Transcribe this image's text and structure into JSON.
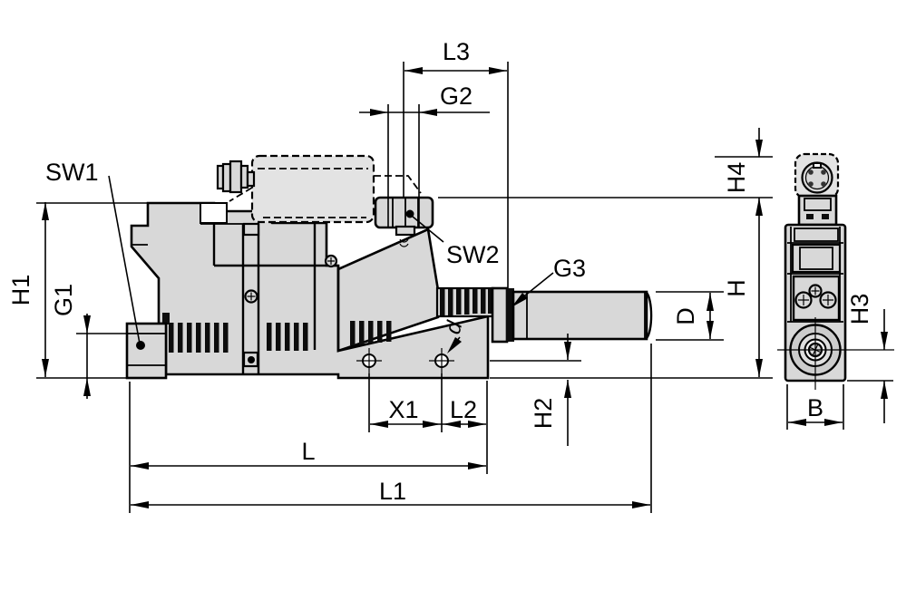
{
  "drawing": {
    "kind": "technical-dimension-drawing",
    "labels": {
      "sw1": "SW1",
      "sw2": "SW2",
      "g1": "G1",
      "g2": "G2",
      "g3": "G3",
      "h": "H",
      "h1": "H1",
      "h2": "H2",
      "h3": "H3",
      "h4": "H4",
      "l": "L",
      "l1": "L1",
      "l2": "L2",
      "l3": "L3",
      "x1": "X1",
      "d_diameter": "D",
      "d_hole": "d",
      "b": "B"
    },
    "colors": {
      "line": "#000000",
      "body_fill": "#d8d8d8",
      "accessory_fill": "#e3e3e3",
      "background": "#ffffff"
    }
  }
}
